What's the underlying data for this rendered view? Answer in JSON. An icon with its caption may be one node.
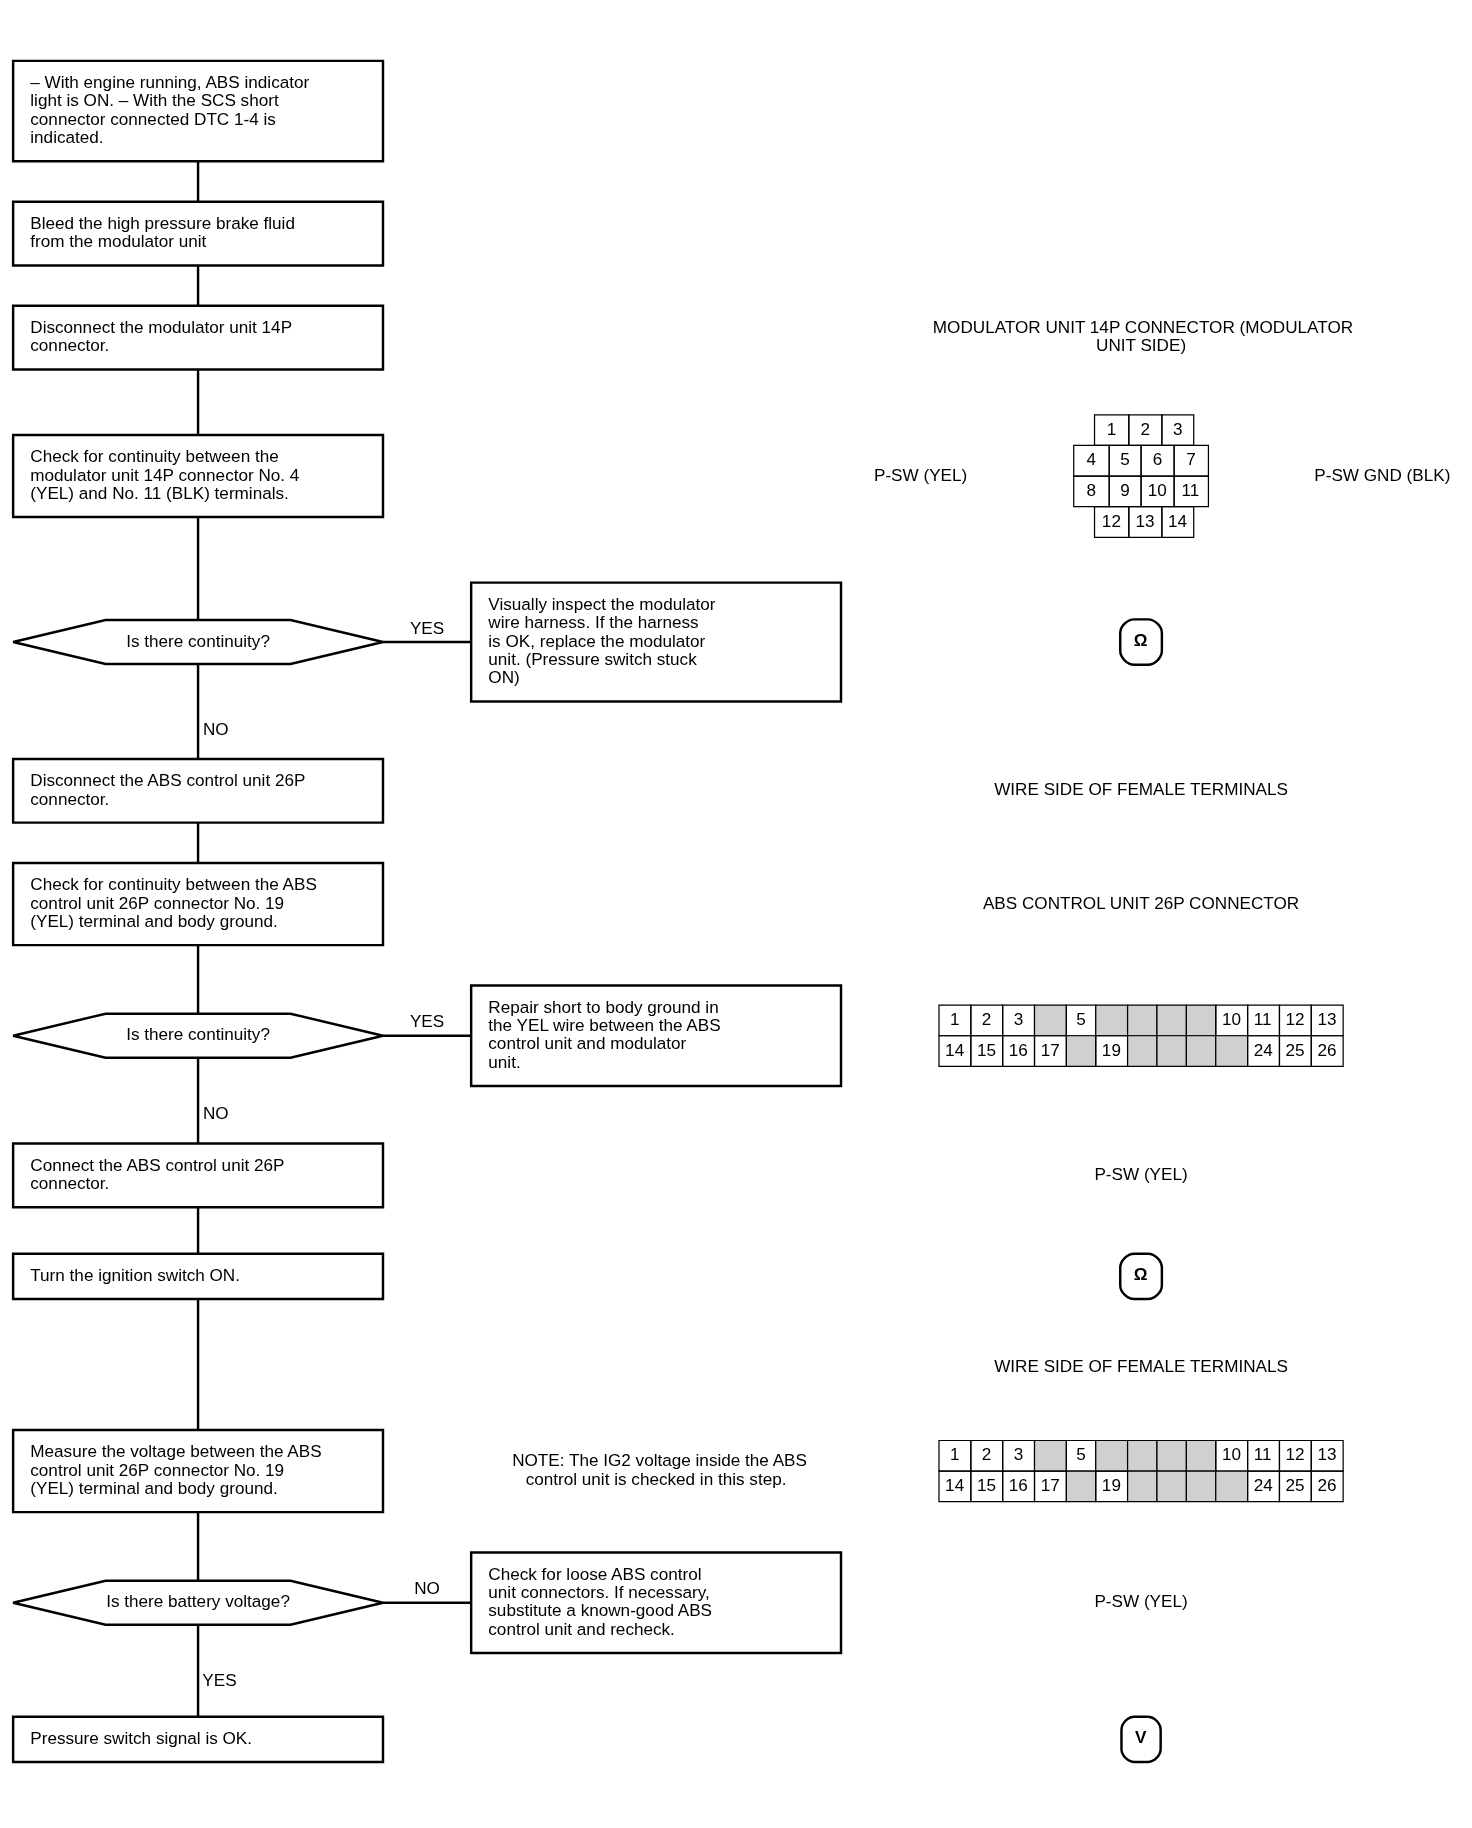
{
  "diagram": {
    "nodes": [
      {
        "text": [
          "– With engine running, ABS indicator light is ON. – With the SCS short connector connected DTC 1-4 is indicated."
        ]
      },
      {
        "text": [
          "Bleed the high pressure brake fluid from the modulator unit"
        ]
      },
      {
        "text": [
          "Disconnect the modulator unit 14P connector."
        ]
      },
      {
        "text": [
          "Check for continuity between the modulator unit 14P connector No. 4 (YEL) and No. 11 (BLK) terminals."
        ]
      },
      {
        "text": [
          "Is there continuity?"
        ]
      },
      {
        "text": [
          "Visually inspect the modulator wire harness. If the harness is OK, replace the modulator unit. (Pressure switch stuck ON)"
        ]
      },
      {
        "text": [
          "Disconnect the ABS control unit 26P connector."
        ]
      },
      {
        "text": [
          "Check for continuity between the ABS control unit 26P connector No. 19 (YEL) terminal and body ground."
        ]
      },
      {
        "text": [
          "Is there continuity?"
        ]
      },
      {
        "text": [
          "Repair short to body ground in the YEL wire between the ABS control unit and modulator unit."
        ]
      },
      {
        "text": [
          "Connect the ABS control unit 26P connector."
        ]
      },
      {
        "text": [
          "Turn the ignition switch ON."
        ]
      },
      {
        "text": [
          "Measure the voltage between the ABS control unit 26P connector No. 19 (YEL) terminal and body ground."
        ]
      },
      {
        "text": [
          "Is there battery voltage?"
        ]
      },
      {
        "text": [
          "Check for loose ABS control unit connectors. If necessary, substitute a known-good ABS control unit and recheck."
        ]
      },
      {
        "text": [
          "Pressure switch signal is OK."
        ]
      },
      {
        "text": [
          "1",
          "2",
          "3",
          "4",
          "5",
          "6",
          "7",
          "8",
          "9",
          "10",
          "11",
          "12",
          "13",
          "14"
        ]
      },
      {
        "text": [
          "1",
          "2",
          "3",
          "5",
          "10",
          "11",
          "12",
          "13",
          "14",
          "15",
          "16",
          "17",
          "19",
          "24",
          "25",
          "26"
        ]
      },
      {
        "text": [
          "1",
          "2",
          "3",
          "5",
          "10",
          "11",
          "12",
          "13",
          "14",
          "15",
          "16",
          "17",
          "19",
          "24",
          "25",
          "26"
        ]
      }
    ],
    "edges": [
      {
        "from": 0,
        "to": 1,
        "arrow": "none"
      },
      {
        "from": 1,
        "to": 2,
        "arrow": "none"
      },
      {
        "from": 2,
        "to": 3,
        "arrow": "none"
      },
      {
        "from": 3,
        "to": 4,
        "arrow": "none"
      },
      {
        "from": 4,
        "to": 5,
        "arrow": "none",
        "label": "YES"
      },
      {
        "from": 4,
        "to": 6,
        "arrow": "none",
        "label": "NO"
      },
      {
        "from": 6,
        "to": 7,
        "arrow": "none"
      },
      {
        "from": 7,
        "to": 8,
        "arrow": "none"
      },
      {
        "from": 8,
        "to": 9,
        "arrow": "none",
        "label": "YES"
      },
      {
        "from": 8,
        "to": 10,
        "arrow": "none",
        "label": "NO"
      },
      {
        "from": 10,
        "to": 11,
        "arrow": "none"
      },
      {
        "from": 11,
        "to": 12,
        "arrow": "none"
      },
      {
        "from": 12,
        "to": 13,
        "arrow": "none"
      },
      {
        "from": 13,
        "to": 14,
        "arrow": "none",
        "label": "NO"
      },
      {
        "from": 13,
        "to": 15,
        "arrow": "none",
        "label": "YES"
      }
    ],
    "labels": [
      "MODULATOR UNIT 14P CONNECTOR (MODULATOR UNIT SIDE)",
      "P-SW (YEL)",
      "P-SW GND (BLK)",
      "Ω",
      "WIRE SIDE OF FEMALE TERMINALS",
      "ABS CONTROL UNIT 26P CONNECTOR",
      "P-SW (YEL)",
      "Ω",
      "WIRE SIDE OF FEMALE TERMINALS",
      "NOTE: The IG2 voltage inside the ABS control unit is checked in this step.",
      "P-SW (YEL)",
      "V"
    ]
  }
}
